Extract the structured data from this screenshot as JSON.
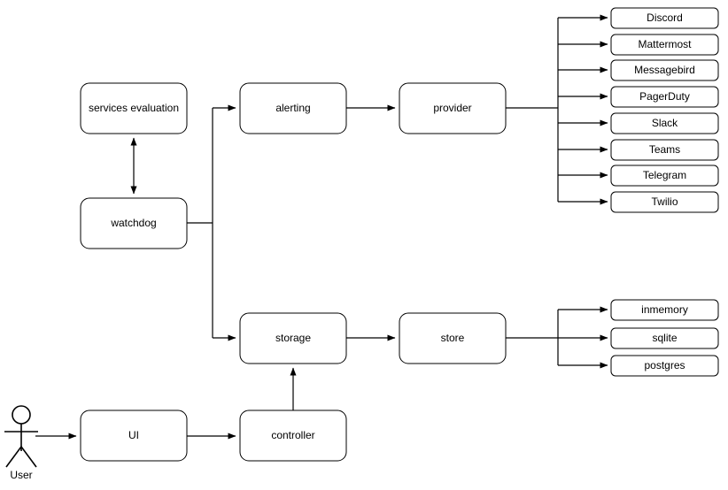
{
  "diagram": {
    "title": "architecture-flow-diagram",
    "background_color": "#ffffff",
    "stroke_color": "#000000",
    "node_fill_color": "#ffffff",
    "actor": {
      "label": "User",
      "icon": "stick-figure-actor"
    },
    "nodes": [
      {
        "id": "services_evaluation",
        "label": "services evaluation"
      },
      {
        "id": "watchdog",
        "label": "watchdog"
      },
      {
        "id": "alerting",
        "label": "alerting"
      },
      {
        "id": "provider",
        "label": "provider"
      },
      {
        "id": "storage",
        "label": "storage"
      },
      {
        "id": "store",
        "label": "store"
      },
      {
        "id": "ui",
        "label": "UI"
      },
      {
        "id": "controller",
        "label": "controller"
      }
    ],
    "provider_list": {
      "source": "provider",
      "items": [
        {
          "id": "discord",
          "label": "Discord"
        },
        {
          "id": "mattermost",
          "label": "Mattermost"
        },
        {
          "id": "messagebird",
          "label": "Messagebird"
        },
        {
          "id": "pagerduty",
          "label": "PagerDuty"
        },
        {
          "id": "slack",
          "label": "Slack"
        },
        {
          "id": "teams",
          "label": "Teams"
        },
        {
          "id": "telegram",
          "label": "Telegram"
        },
        {
          "id": "twilio",
          "label": "Twilio"
        }
      ]
    },
    "store_list": {
      "source": "store",
      "items": [
        {
          "id": "inmemory",
          "label": "inmemory"
        },
        {
          "id": "sqlite",
          "label": "sqlite"
        },
        {
          "id": "postgres",
          "label": "postgres"
        }
      ]
    },
    "connections": [
      {
        "from": "user",
        "to": "ui",
        "type": "arrow"
      },
      {
        "from": "ui",
        "to": "controller",
        "type": "arrow"
      },
      {
        "from": "controller",
        "to": "storage",
        "type": "arrow"
      },
      {
        "from": "watchdog",
        "to": "services_evaluation",
        "type": "double-arrow"
      },
      {
        "from": "watchdog",
        "to": "alerting",
        "type": "arrow"
      },
      {
        "from": "watchdog",
        "to": "storage",
        "type": "arrow"
      },
      {
        "from": "alerting",
        "to": "provider",
        "type": "arrow"
      },
      {
        "from": "storage",
        "to": "store",
        "type": "arrow"
      },
      {
        "from": "provider",
        "to": "provider_list",
        "type": "fan-out-arrows"
      },
      {
        "from": "store",
        "to": "store_list",
        "type": "fan-out-arrows"
      }
    ]
  }
}
